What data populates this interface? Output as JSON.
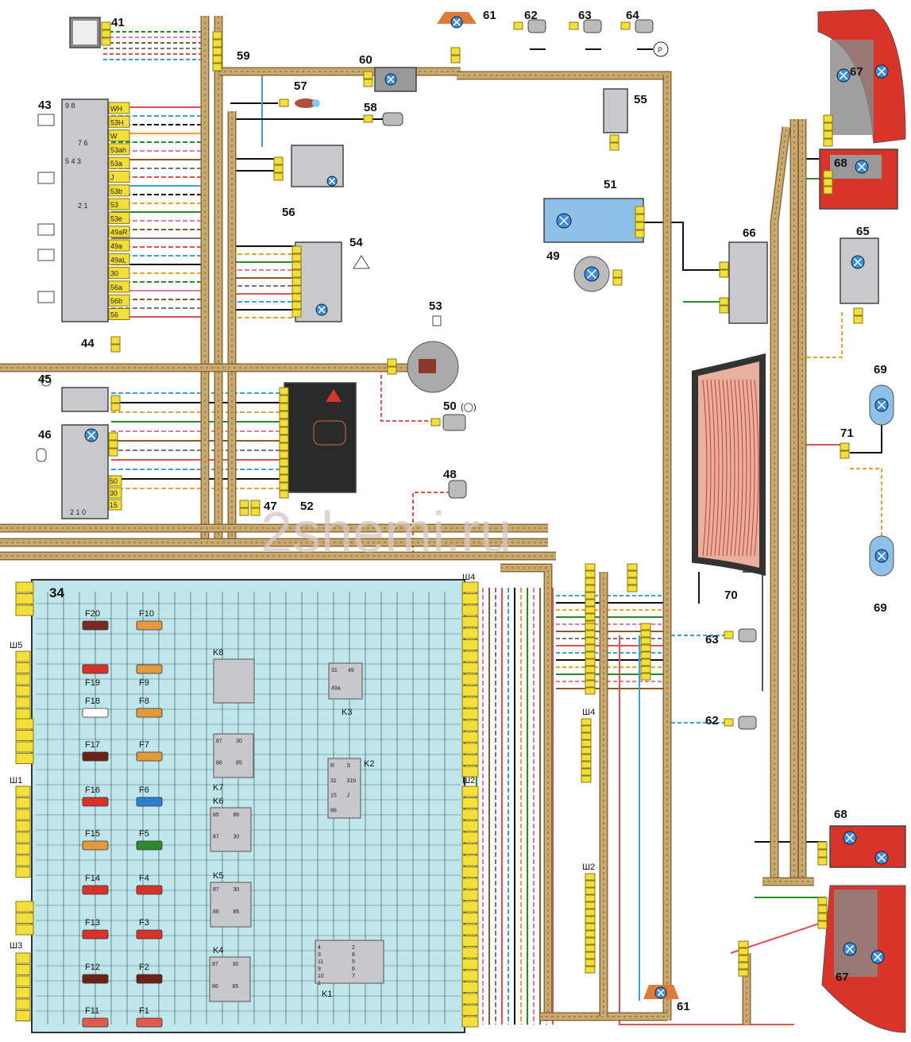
{
  "watermark": "2shemi.ru",
  "components": {
    "c41": "41",
    "c59": "59",
    "c43": "43",
    "c57": "57",
    "c60": "60",
    "c58": "58",
    "c56": "56",
    "c54": "54",
    "c44": "44",
    "c45": "45",
    "c46": "46",
    "c47": "47",
    "c52": "52",
    "c53": "53",
    "c50": "50",
    "c48": "48",
    "c61a": "61",
    "c62a": "62",
    "c63a": "63",
    "c64": "64",
    "c55": "55",
    "c51": "51",
    "c49": "49",
    "c66": "66",
    "c65": "65",
    "c67a": "67",
    "c68a": "68",
    "c69a": "69",
    "c69b": "69",
    "c70": "70",
    "c71": "71",
    "c63b": "63",
    "c62b": "62",
    "c61b": "61",
    "c68b": "68",
    "c67b": "67",
    "c34": "34"
  },
  "symbols": {
    "parking": "P",
    "oil": "(◯)"
  },
  "switch43_pins": [
    "WH",
    "53H",
    "W",
    "53ah",
    "53a",
    "J",
    "53b",
    "53",
    "53e",
    "49aR",
    "49a",
    "49aL",
    "30",
    "56a",
    "56b",
    "56"
  ],
  "switch43_contacts": {
    "top": "9 8",
    "top2": "7 6",
    "mid": "5 4 3",
    "mid2": "2 1"
  },
  "switch46_pins": [
    "50",
    "30",
    "15"
  ],
  "switch46_positions": "2 1 0",
  "connectors": {
    "sh5": "Ш5",
    "sh1": "Ш1",
    "sh3": "Ш3",
    "sh4a": "Ш4",
    "sh2a": "Ш2",
    "sh4b": "Ш4",
    "sh2b": "Ш2"
  },
  "fuses": [
    {
      "label": "F20",
      "color": "#7a2a22"
    },
    {
      "label": "F10",
      "color": "#e39a3c"
    },
    {
      "label": "F19",
      "color": "#d8322b"
    },
    {
      "label": "F9",
      "color": "#e39a3c"
    },
    {
      "label": "F18",
      "color": "#ffffff"
    },
    {
      "label": "F8",
      "color": "#e39a3c"
    },
    {
      "label": "F17",
      "color": "#6b2218"
    },
    {
      "label": "F7",
      "color": "#e39a3c"
    },
    {
      "label": "F16",
      "color": "#d8322b"
    },
    {
      "label": "F6",
      "color": "#2f7fd0"
    },
    {
      "label": "F15",
      "color": "#e39a3c"
    },
    {
      "label": "F5",
      "color": "#2f8a2f"
    },
    {
      "label": "F14",
      "color": "#d8322b"
    },
    {
      "label": "F4",
      "color": "#d8322b"
    },
    {
      "label": "F13",
      "color": "#d8322b"
    },
    {
      "label": "F3",
      "color": "#d8322b"
    },
    {
      "label": "F12",
      "color": "#6b2218"
    },
    {
      "label": "F2",
      "color": "#6b2218"
    },
    {
      "label": "F11",
      "color": "#e25a4a"
    },
    {
      "label": "F1",
      "color": "#e25a4a"
    }
  ],
  "relays": [
    {
      "label": "K8",
      "pins": []
    },
    {
      "label": "K7",
      "pins": [
        "87",
        "30",
        "86",
        "85"
      ]
    },
    {
      "label": "K6",
      "pins": [
        "85",
        "86",
        "87",
        "30"
      ]
    },
    {
      "label": "K5",
      "pins": [
        "87",
        "30",
        "86",
        "85"
      ]
    },
    {
      "label": "K4",
      "pins": [
        "87",
        "30",
        "86",
        "85"
      ]
    },
    {
      "label": "K3",
      "pins": [
        "31",
        "49",
        "49a"
      ]
    },
    {
      "label": "K2",
      "pins": [
        "R",
        "S",
        "31",
        "31b",
        "15",
        "J",
        "86"
      ]
    },
    {
      "label": "K1",
      "pins": [
        "4",
        "2",
        "3",
        "8",
        "11",
        "5",
        "9",
        "6",
        "10",
        "7",
        "1"
      ]
    }
  ],
  "colors": {
    "harness": "#c9aa6e",
    "block": "#bfe6ea",
    "connector": "#f2df3c",
    "relay": "#c8c8cc",
    "lamp": "#3b8de0",
    "taillight": "#d8342a"
  }
}
